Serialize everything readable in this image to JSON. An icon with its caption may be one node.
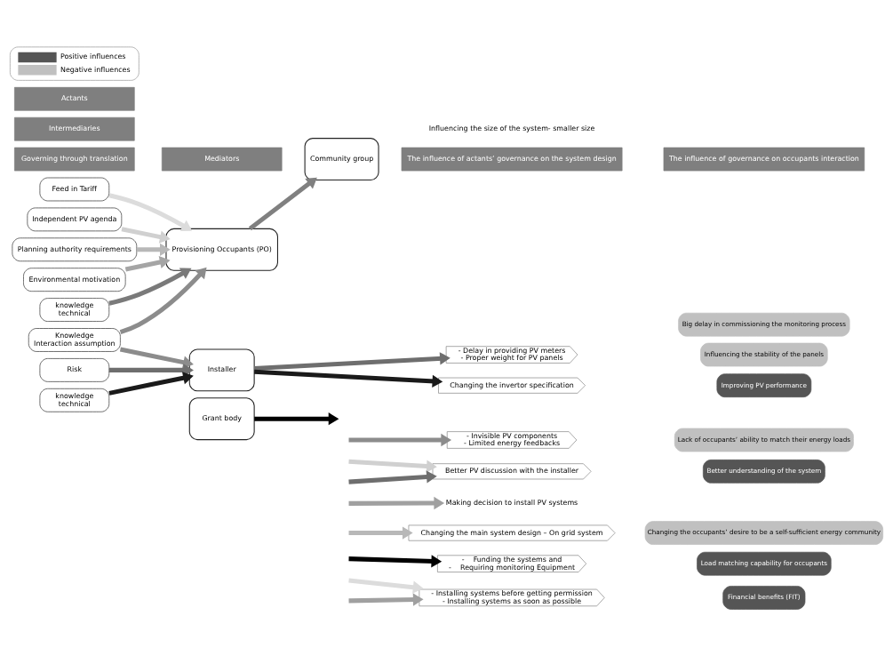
{
  "diagram": {
    "nodes": [
      {
        "text": [
          "Governing through translation"
        ]
      },
      {
        "text": [
          "Actants"
        ]
      },
      {
        "text": [
          "Intermediaries"
        ]
      },
      {
        "text": [
          "Mediators"
        ]
      },
      {
        "text": [
          "The influence of actants’ governance on the system design"
        ]
      },
      {
        "text": [
          "The influence of governance on occupants interaction"
        ]
      },
      {
        "text": [
          "knowledge",
          "technical"
        ]
      },
      {
        "text": [
          "Risk"
        ]
      },
      {
        "text": [
          "Knowledge",
          "Interaction assumption"
        ]
      },
      {
        "text": [
          "knowledge",
          "technical"
        ]
      },
      {
        "text": [
          "Environmental motivation"
        ]
      },
      {
        "text": [
          "Planning authority requirements"
        ]
      },
      {
        "text": [
          "Independent PV agenda"
        ]
      },
      {
        "text": [
          "Feed in Tariff"
        ]
      },
      {
        "text": [
          "Installer"
        ]
      },
      {
        "text": [
          "Grant body"
        ]
      },
      {
        "text": [
          "Provisioning Occupants (PO)"
        ]
      },
      {
        "text": [
          "Community group"
        ]
      },
      {
        "text": [
          "Changing the invertor specification"
        ]
      },
      {
        "text": [
          "- Delay in providing PV meters",
          "- Proper weight for PV panels"
        ]
      },
      {
        "text": [
          "- Invisible PV components",
          "- Limited energy feedbacks"
        ]
      },
      {
        "text": [
          "Better PV discussion with the installer"
        ]
      },
      {
        "text": [
          "Making decision to install PV systems"
        ]
      },
      {
        "text": [
          "Changing the main system design – On grid system"
        ]
      },
      {
        "text": [
          "-    Funding the systems and",
          "-    Requiring monitoring Equipment"
        ]
      },
      {
        "text": [
          "- Installing systems before getting permission",
          "- Installing systems as soon as possible"
        ]
      },
      {
        "text": [
          "Improving PV performance"
        ]
      },
      {
        "text": [
          "Influencing the stability of the panels"
        ]
      },
      {
        "text": [
          "Big delay in commissioning the monitoring process"
        ]
      },
      {
        "text": [
          "Lack of occupants’ ability to match their energy loads"
        ]
      },
      {
        "text": [
          "Better understanding of the system"
        ]
      },
      {
        "text": [
          "Changing the occupants’ desire to be a self-sufficient energy community"
        ]
      },
      {
        "text": [
          "Load matching capability for occupants"
        ]
      },
      {
        "text": [
          "Financial benefits (FIT)"
        ]
      }
    ],
    "edges": [
      {
        "from": 6,
        "to": 14,
        "arrow": "to",
        "color": "#1a1a1a"
      },
      {
        "from": 7,
        "to": 14,
        "arrow": "to",
        "color": "#6e6e6e"
      },
      {
        "from": 8,
        "to": 14,
        "arrow": "to",
        "color": "#8c8c8c"
      },
      {
        "from": 8,
        "to": 16,
        "arrow": "to",
        "color": "#8c8c8c"
      },
      {
        "from": 9,
        "to": 16,
        "arrow": "to",
        "color": "#7a7a7a"
      },
      {
        "from": 10,
        "to": 16,
        "arrow": "to",
        "color": "#a5a5a5"
      },
      {
        "from": 11,
        "to": 16,
        "arrow": "to",
        "color": "#b8b8b8"
      },
      {
        "from": 12,
        "to": 16,
        "arrow": "to",
        "color": "#d0d0d0"
      },
      {
        "from": 13,
        "to": 16,
        "arrow": "to",
        "color": "#dcdcdc"
      },
      {
        "from": 14,
        "to": 18,
        "arrow": "to",
        "color": "#1a1a1a"
      },
      {
        "from": 14,
        "to": 19,
        "arrow": "to",
        "color": "#6e6e6e"
      },
      {
        "from": 15,
        "to": null,
        "arrow": "to",
        "color": "#000000"
      },
      {
        "from": 16,
        "to": 17,
        "arrow": "to",
        "color": "#808080"
      },
      {
        "from": null,
        "to": 20,
        "arrow": "to",
        "color": "#8c8c8c"
      },
      {
        "from": null,
        "to": 21,
        "arrow": "to",
        "color": "#6e6e6e"
      },
      {
        "from": null,
        "to": 21,
        "arrow": "to",
        "color": "#d0d0d0"
      },
      {
        "from": null,
        "to": 22,
        "arrow": "to",
        "color": "#a0a0a0"
      },
      {
        "from": null,
        "to": 23,
        "arrow": "to",
        "color": "#b8b8b8"
      },
      {
        "from": null,
        "to": 24,
        "arrow": "to",
        "color": "#000000"
      },
      {
        "from": null,
        "to": 25,
        "arrow": "to",
        "color": "#dcdcdc"
      },
      {
        "from": null,
        "to": 25,
        "arrow": "to",
        "color": "#a0a0a0"
      }
    ],
    "labels": [
      "Influencing the size of the system- smaller size"
    ],
    "legend": [
      {
        "text": "Positive influences",
        "color": "#555555"
      },
      {
        "text": "Negative influences",
        "color": "#c0c0c0"
      }
    ]
  }
}
